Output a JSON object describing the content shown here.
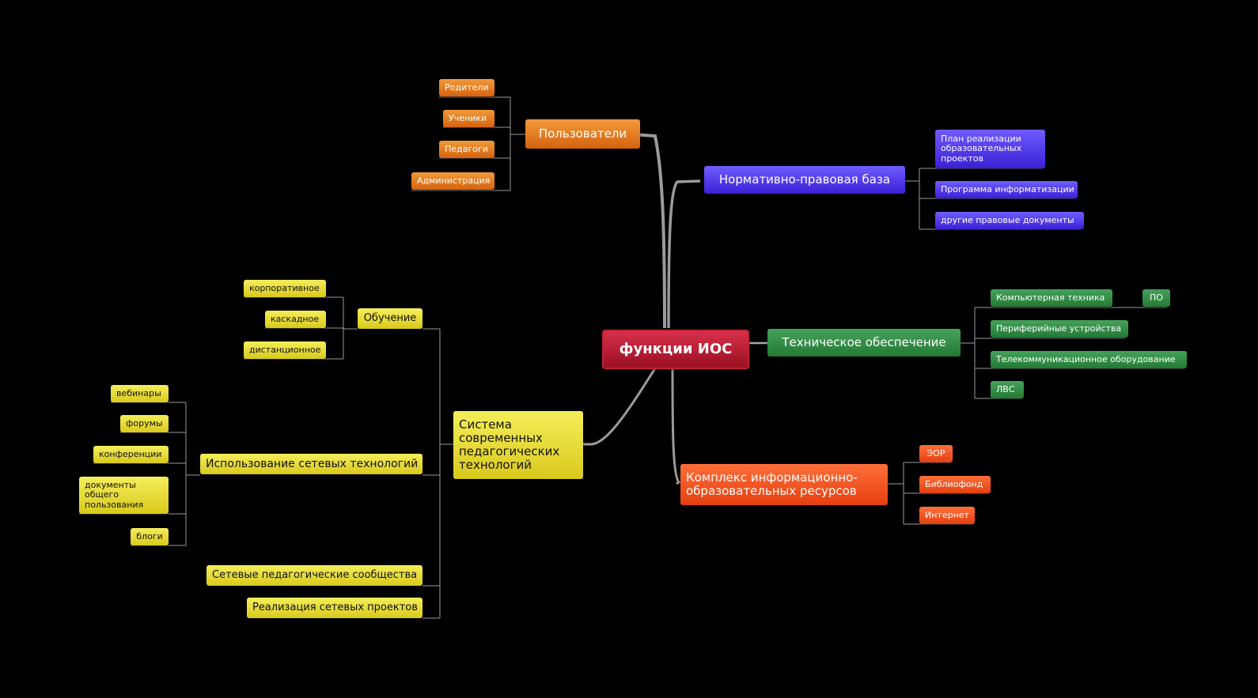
{
  "map": {
    "root": "функции ИОС",
    "users": {
      "title": "Пользователи",
      "items": [
        "Родители",
        "Ученики",
        "Педагоги",
        "Администрация"
      ]
    },
    "legal": {
      "title": "Нормативно-правовая база",
      "items": [
        "План реализации образовательных проектов",
        "Программа информатизации",
        "другие правовые документы"
      ]
    },
    "tech": {
      "title": "Техническое обеспечение",
      "items": [
        "Компьютерная техника",
        "Периферийные устройства",
        "Телекоммуникационное оборудование",
        "ЛВС"
      ],
      "sub": "ПО"
    },
    "resources": {
      "title": "Комплекс информационно-образовательных ресурсов",
      "items": [
        "ЭОР",
        "Библиофонд",
        "Интернет"
      ]
    },
    "pedagogy": {
      "title": "Система современных педагогических технологий",
      "training": {
        "title": "Обучение",
        "items": [
          "корпоративное",
          "каскадное",
          "дистанционное"
        ]
      },
      "network": {
        "title": "Использование сетевых технологий",
        "items": [
          "вебинары",
          "форумы",
          "конференции",
          "документы общего пользования",
          "блоги"
        ]
      },
      "communities": "Сетевые педагогические сообщества",
      "projects": "Реализация сетевых проектов"
    }
  },
  "colors": {
    "root": "#b41c30",
    "users": "#e07318",
    "legal": "#4a30e8",
    "tech": "#2f8a42",
    "resources": "#f04e1c",
    "pedagogy": "#e4da30"
  }
}
